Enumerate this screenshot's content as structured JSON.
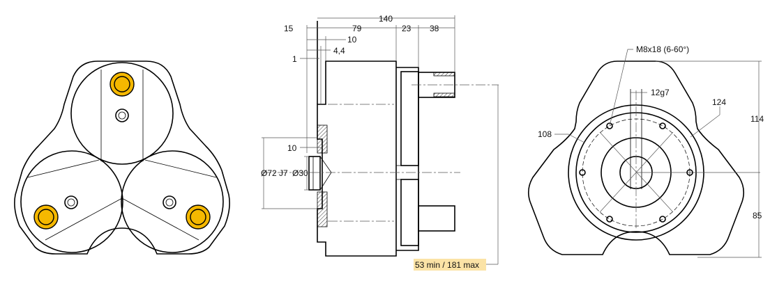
{
  "colors": {
    "bushing": "#F5B800",
    "highlight": "#FBE3A6",
    "line": "#000000"
  },
  "front_view": {
    "bushings": 3
  },
  "side_view": {
    "dims": {
      "overall": "140",
      "d15": "15",
      "d79": "79",
      "d23": "23",
      "d38": "38",
      "d10": "10",
      "d4_4": "4,4",
      "d1": "1",
      "d10b": "10",
      "bore72": "Ø72 J7",
      "bore30": "Ø30"
    },
    "stroke_label": "53 min / 181 max"
  },
  "end_view": {
    "dims": {
      "thread": "M8x18 (6-60°)",
      "key": "12g7",
      "d124": "124",
      "d108": "108",
      "h114": "114",
      "h85": "85"
    },
    "holes": 6
  }
}
